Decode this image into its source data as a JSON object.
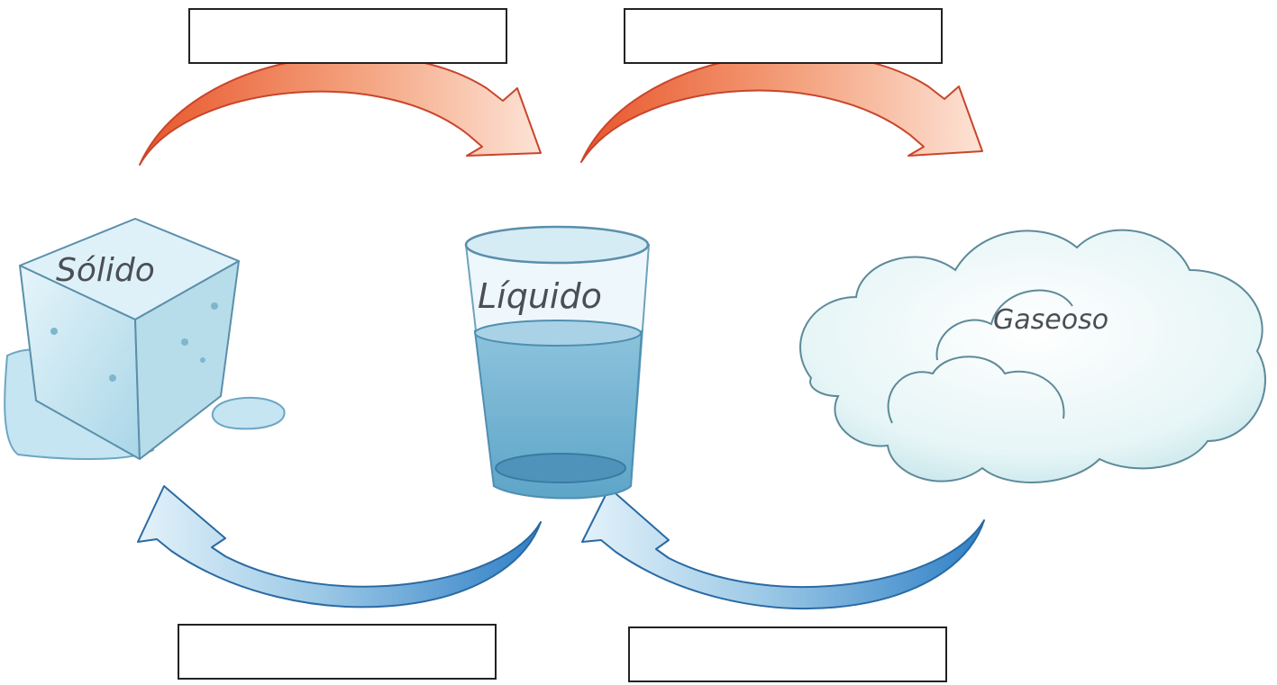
{
  "states": {
    "solid": "Sólido",
    "liquid": "Líquido",
    "gas": "Gaseoso"
  },
  "colors": {
    "heat_arrow": "#e8552a",
    "cool_arrow": "#2f7fc6",
    "ice": "#c6e6f2",
    "water": "#8fc3dd",
    "cloud": "#d9eff3"
  },
  "answer_boxes": {
    "top_left": "",
    "top_right": "",
    "bottom_left": "",
    "bottom_right": ""
  }
}
